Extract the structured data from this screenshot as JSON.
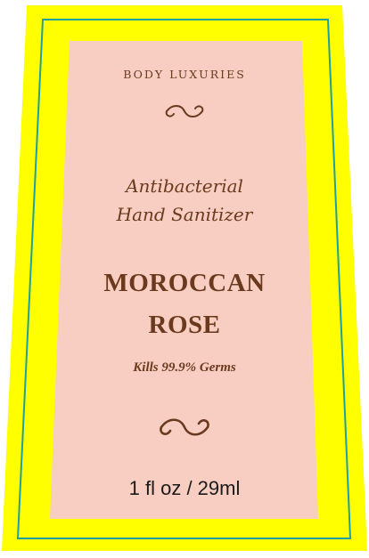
{
  "label": {
    "brand": "BODY LUXURIES",
    "subtitle_lines": [
      "Antibacterial",
      "Hand Sanitizer"
    ],
    "product_lines": [
      "MOROCCAN",
      "ROSE"
    ],
    "claim": "Kills 99.9% Germs",
    "volume": "1 fl oz / 29ml"
  },
  "colors": {
    "outer_border": "#ffff00",
    "inner_border": "#1fa0a0",
    "panel": "#f8cec2",
    "text": "#6b3a1e",
    "volume_text": "#1a1a1a"
  },
  "icons": {
    "ornament": "swirl-ornament-icon"
  }
}
